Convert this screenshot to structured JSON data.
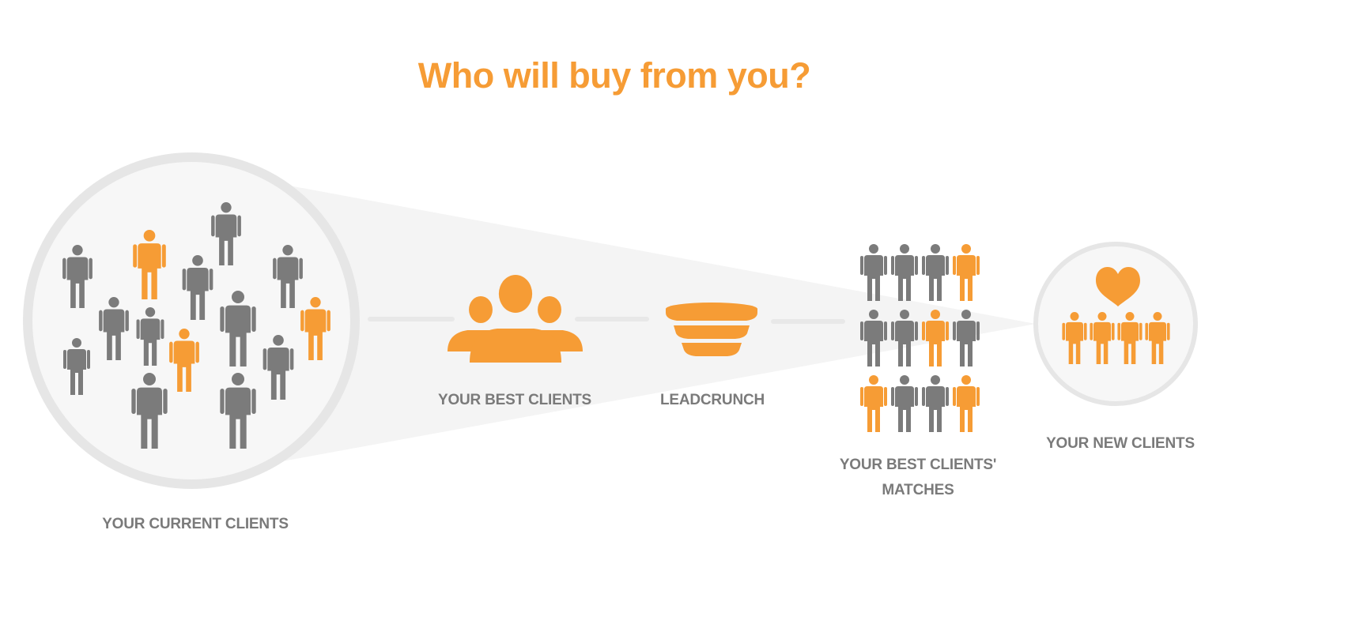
{
  "title": "Who will buy from you?",
  "colors": {
    "orange": "#f69c35",
    "gray": "#7b7b7b",
    "label": "#7a7a7a",
    "ring": "#e6e6e6",
    "disc": "#f7f7f7",
    "cone": "#f4f4f4",
    "connector": "#e8e8e8"
  },
  "stages": {
    "current_clients": {
      "label": "YOUR CURRENT CLIENTS"
    },
    "best_clients": {
      "label": "YOUR BEST CLIENTS"
    },
    "leadcrunch": {
      "label": "LEADCRUNCH"
    },
    "matches": {
      "label_line1": "YOUR BEST CLIENTS'",
      "label_line2": "MATCHES"
    },
    "new_clients": {
      "label": "YOUR NEW CLIENTS"
    }
  },
  "icons": {
    "best_clients": "people-group-icon",
    "leadcrunch": "funnel-filter-icon",
    "new_clients": "heart-icon"
  }
}
